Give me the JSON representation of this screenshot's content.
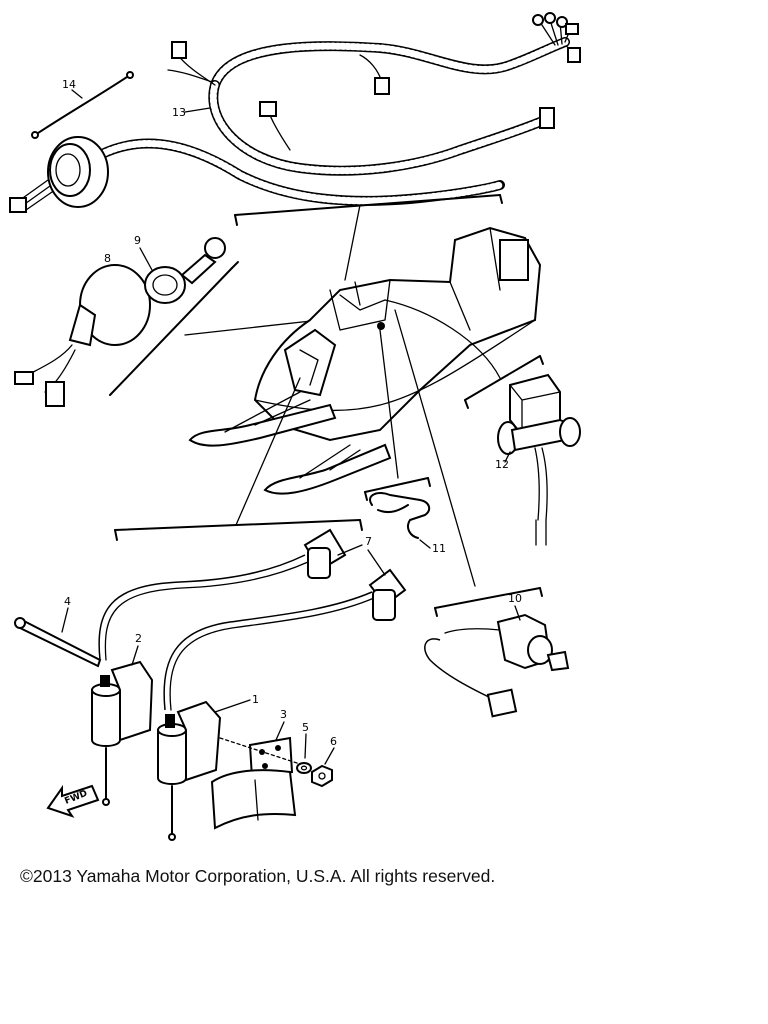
{
  "diagram": {
    "callouts": [
      {
        "id": "1",
        "label": "1"
      },
      {
        "id": "2",
        "label": "2"
      },
      {
        "id": "3",
        "label": "3"
      },
      {
        "id": "4",
        "label": "4"
      },
      {
        "id": "5",
        "label": "5"
      },
      {
        "id": "6",
        "label": "6"
      },
      {
        "id": "7",
        "label": "7"
      },
      {
        "id": "8",
        "label": "8"
      },
      {
        "id": "9",
        "label": "9"
      },
      {
        "id": "10",
        "label": "10"
      },
      {
        "id": "11",
        "label": "11"
      },
      {
        "id": "12",
        "label": "12"
      },
      {
        "id": "13",
        "label": "13"
      },
      {
        "id": "14",
        "label": "14"
      }
    ],
    "fwd_label": "FWD"
  },
  "footer": {
    "copyright": "©2013 Yamaha Motor Corporation, U.S.A. All rights reserved."
  }
}
